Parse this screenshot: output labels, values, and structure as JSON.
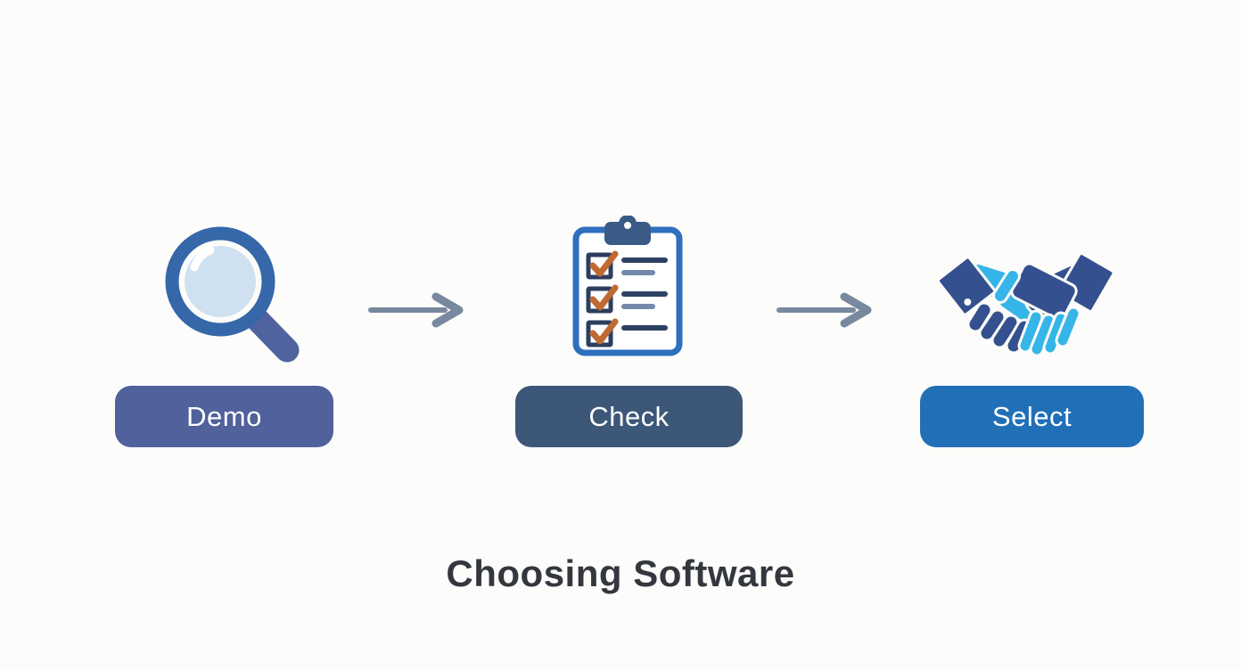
{
  "title": "Choosing Software",
  "steps": [
    {
      "label": "Demo",
      "icon": "magnifier-search-icon",
      "button_style": "background:#50619B"
    },
    {
      "label": "Check",
      "icon": "checklist-clipboard-icon",
      "button_style": "background:#3D5778"
    },
    {
      "label": "Select",
      "icon": "handshake-icon",
      "button_style": "background:#2170B7"
    }
  ],
  "connectors": [
    {
      "type": "arrow-right"
    },
    {
      "type": "arrow-right"
    }
  ],
  "palette": {
    "background": "#FCFCFA",
    "arrow": "#78889E",
    "title_text": "#34373E",
    "button_demo": "#50619B",
    "button_check": "#3D5778",
    "button_select": "#2170B7",
    "magnifier_ring": "#3567A9",
    "magnifier_lens": "#CFE1F1",
    "magnifier_handle": "#51639E",
    "clipboard_border": "#2E6FBE",
    "clipboard_clip": "#3A5A87",
    "checkbox_outline": "#2C3E5F",
    "checkmark": "#C06A33",
    "list_line_dark": "#2E4263",
    "list_line_light": "#7388AB",
    "handshake_navy": "#35508F",
    "handshake_cyan": "#35B5E8"
  }
}
